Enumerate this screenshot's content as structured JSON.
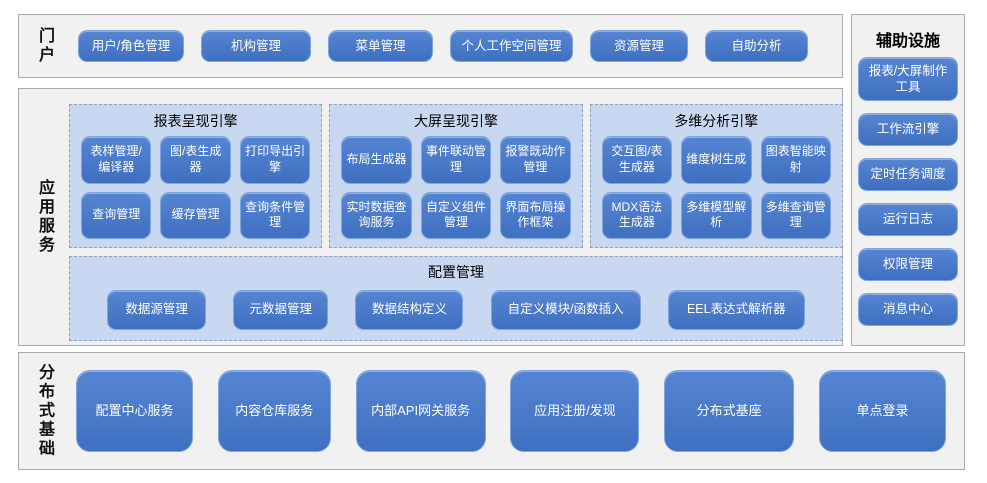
{
  "colors": {
    "accent_blue": "#4473C5",
    "button_border": "#7EA6DC",
    "panel_fill": "#C9D8F1",
    "panel_dashed_border": "#8E9FBF",
    "section_fill": "#F1F1F1",
    "section_border": "#A9A9A9",
    "button_text": "#FFFFFF",
    "label_text": "#000000"
  },
  "portal": {
    "label": "门户",
    "items": [
      "用户/角色管理",
      "机构管理",
      "菜单管理",
      "个人工作空间管理",
      "资源管理",
      "自助分析"
    ]
  },
  "app_services": {
    "label": "应用服务",
    "engines": [
      {
        "title": "报表呈现引擎",
        "items": [
          "表样管理/编译器",
          "图/表生成器",
          "打印导出引擎",
          "查询管理",
          "缓存管理",
          "查询条件管理"
        ]
      },
      {
        "title": "大屏呈现引擎",
        "items": [
          "布局生成器",
          "事件联动管理",
          "报警既动作管理",
          "实时数据查询服务",
          "自定义组件管理",
          "界面布局操作框架"
        ]
      },
      {
        "title": "多维分析引擎",
        "items": [
          "交互图/表生成器",
          "维度树生成",
          "图表智能映射",
          "MDX语法生成器",
          "多维模型解析",
          "多维查询管理"
        ]
      }
    ],
    "config": {
      "title": "配置管理",
      "items": [
        "数据源管理",
        "元数据管理",
        "数据结构定义",
        "自定义模块/函数插入",
        "EEL表达式解析器"
      ]
    }
  },
  "distributed": {
    "label": "分布式基础",
    "items": [
      "配置中心服务",
      "内容仓库服务",
      "内部API网关服务",
      "应用注册/发现",
      "分布式基座",
      "单点登录"
    ]
  },
  "auxiliary": {
    "label": "辅助设施",
    "items": [
      "报表/大屏制作工具",
      "工作流引擎",
      "定时任务调度",
      "运行日志",
      "权限管理",
      "消息中心"
    ]
  }
}
